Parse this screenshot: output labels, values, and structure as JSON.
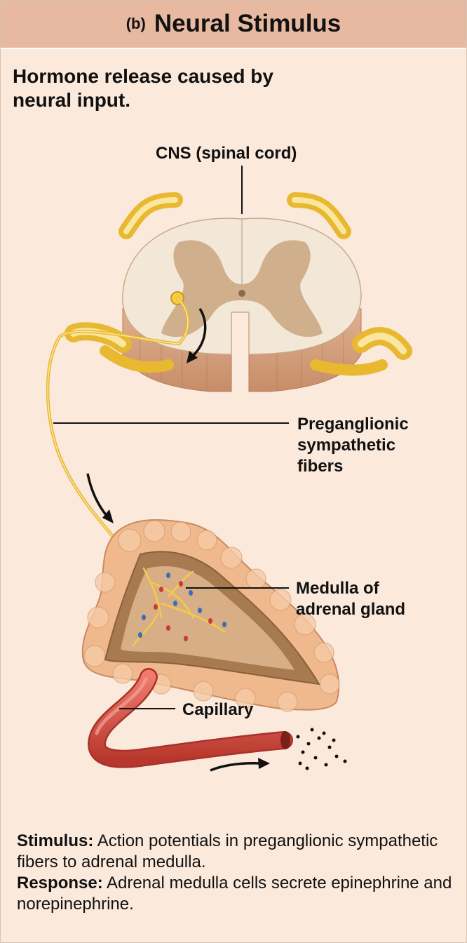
{
  "header": {
    "tag": "(b)",
    "title": "Neural Stimulus"
  },
  "subtitle": {
    "line1": "Hormone release caused by",
    "line2": "neural input."
  },
  "labels": {
    "cns": "CNS (spinal cord)",
    "preganglionic": [
      "Preganglionic",
      "sympathetic",
      "fibers"
    ],
    "medulla": [
      "Medulla of",
      "adrenal gland"
    ],
    "capillary": "Capillary"
  },
  "caption": {
    "stimulus_key": "Stimulus:",
    "stimulus_text": " Action potentials in preganglionic sympathetic fibers to adrenal medulla.",
    "response_key": "Response:",
    "response_text": " Adrenal medulla cells secrete epinephrine and norepinephrine."
  },
  "colors": {
    "background": "#fbe9dc",
    "header": "#e8b9a1",
    "nerve": "#f2cc48",
    "gray_matter": "#c9a57f",
    "white_matter": "#f3e8d8",
    "gland": "#efb98d",
    "vessel": "#d94b3f"
  }
}
